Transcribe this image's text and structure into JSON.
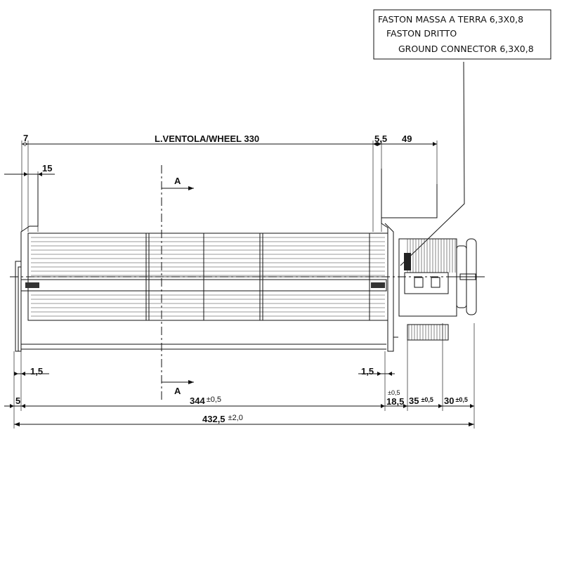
{
  "callout": {
    "line1": "FASTON MASSA A TERRA 6,3X0,8",
    "line2": "FASTON DRITTO",
    "line3": "GROUND  CONNECTOR 6,3X0,8"
  },
  "dimensions": {
    "left_flange": "7",
    "wheel_length": "L.VENTOLA/WHEEL  330",
    "right_gap": "5,5",
    "motor_offset": "49",
    "left_offset": "15",
    "left_clearance": "1,5",
    "right_clearance": "1,5",
    "left_edge": "5",
    "shaft_span": "344",
    "shaft_span_tol": "±0,5",
    "motor_a": "18,5",
    "motor_a_tol": "±0,5",
    "motor_b": "35",
    "motor_b_tol": "±0,5",
    "motor_c": "30",
    "motor_c_tol": "±0,5",
    "overall": "432,5",
    "overall_tol": "±2,0"
  },
  "section": {
    "top_label": "A",
    "bottom_label": "A"
  }
}
